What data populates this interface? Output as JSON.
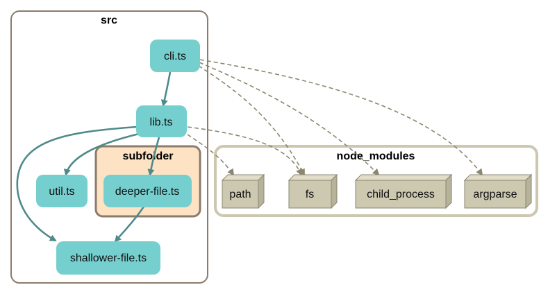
{
  "colors": {
    "src_border": "#8b7b6b",
    "subfolder_fill": "#fde3c3",
    "subfolder_border": "#8b7b6b",
    "node_modules_border": "#ccc8b0",
    "file_node_fill": "#76cfcf",
    "internal_edge": "#4f8a8b",
    "module_fill": "#cdc8b0",
    "module_border": "#8a8770",
    "external_edge": "#8a8770"
  },
  "clusters": {
    "src": "src",
    "subfolder": "subfolder",
    "node_modules": "node_modules"
  },
  "files": {
    "cli": "cli.ts",
    "lib": "lib.ts",
    "util": "util.ts",
    "deeper": "deeper-file.ts",
    "shallower": "shallower-file.ts"
  },
  "modules": {
    "path": "path",
    "fs": "fs",
    "child_process": "child_process",
    "argparse": "argparse"
  },
  "internal_edges": [
    {
      "from": "cli.ts",
      "to": "lib.ts"
    },
    {
      "from": "lib.ts",
      "to": "util.ts"
    },
    {
      "from": "lib.ts",
      "to": "deeper-file.ts"
    },
    {
      "from": "lib.ts",
      "to": "shallower-file.ts"
    },
    {
      "from": "deeper-file.ts",
      "to": "shallower-file.ts"
    }
  ],
  "external_edges": [
    {
      "from": "cli.ts",
      "to": "fs"
    },
    {
      "from": "cli.ts",
      "to": "child_process"
    },
    {
      "from": "cli.ts",
      "to": "argparse"
    },
    {
      "from": "lib.ts",
      "to": "path"
    },
    {
      "from": "lib.ts",
      "to": "fs"
    }
  ]
}
